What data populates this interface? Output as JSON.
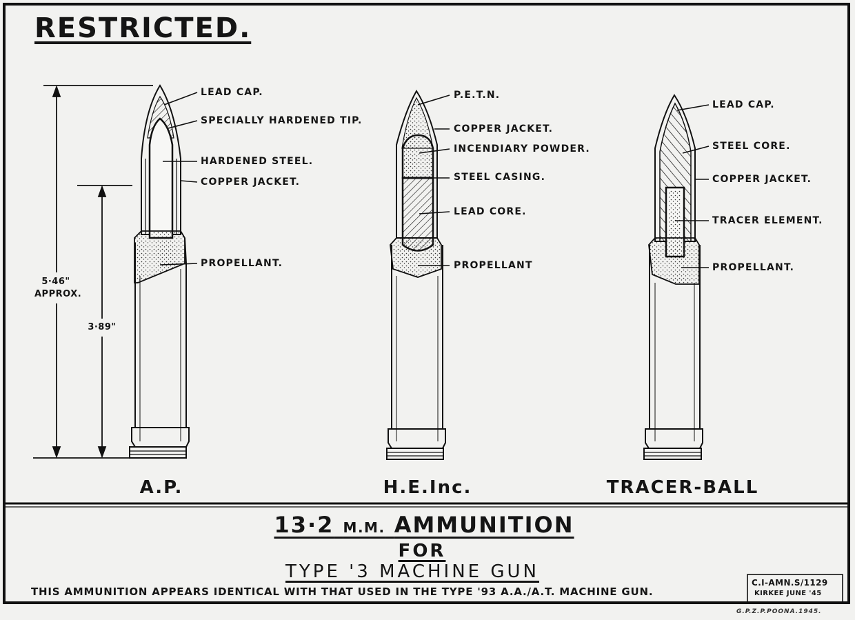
{
  "header": {
    "classification": "RESTRICTED."
  },
  "dimensions": {
    "overall_value": "5·46\"",
    "overall_qualifier": "APPROX.",
    "bullet_value": "3·89\""
  },
  "rounds": [
    {
      "name": "A.P.",
      "labels": [
        "LEAD CAP.",
        "SPECIALLY HARDENED TIP.",
        "HARDENED STEEL.",
        "COPPER JACKET.",
        "PROPELLANT."
      ]
    },
    {
      "name": "H.E.Inc.",
      "labels": [
        "P.E.T.N.",
        "COPPER JACKET.",
        "INCENDIARY POWDER.",
        "STEEL CASING.",
        "LEAD CORE.",
        "PROPELLANT"
      ]
    },
    {
      "name": "TRACER-BALL",
      "labels": [
        "LEAD CAP.",
        "STEEL CORE.",
        "COPPER JACKET.",
        "TRACER ELEMENT.",
        "PROPELLANT."
      ]
    }
  ],
  "title": {
    "calibre_num": "13·2",
    "calibre_unit": "M.M.",
    "main": "AMMUNITION",
    "for": "FOR",
    "weapon": "TYPE '3 MACHINE GUN",
    "note": "THIS AMMUNITION APPEARS IDENTICAL WITH THAT USED IN THE TYPE '93 A.A./A.T. MACHINE GUN."
  },
  "reference": {
    "number": "C.I-AMN.S/1129",
    "place_date": "KIRKEE JUNE '45"
  },
  "printer": "G.P.Z.P.POONA.1945."
}
